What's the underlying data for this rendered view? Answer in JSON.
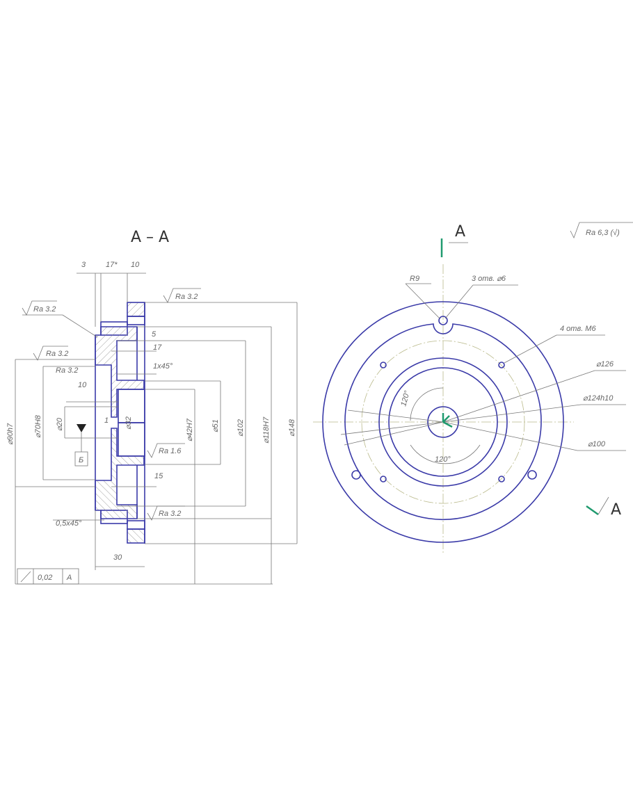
{
  "section_view": {
    "title": "A – A",
    "top_dims": [
      "3",
      "17*",
      "10"
    ],
    "roughness": [
      "Ra 3.2",
      "Ra 3.2",
      "Ra 3.2",
      "Ra 3.2",
      "Ra 1.6",
      "Ra 3.2"
    ],
    "diameters": [
      "⌀90h7",
      "⌀70H8",
      "⌀20",
      "⌀32",
      "⌀42H7",
      "⌀51",
      "⌀102",
      "⌀118H7",
      "⌀148"
    ],
    "small_dims": [
      "5",
      "17",
      "1x45°",
      "10",
      "1",
      "15",
      "0,5x45°",
      "30"
    ],
    "datum": "Б",
    "tolerance": {
      "value": "0,02",
      "datum": "A"
    }
  },
  "front_view": {
    "section_mark": "A",
    "section_mark_2": "A",
    "general_roughness": "Ra 6,3 (√)",
    "callouts": [
      "R9",
      "3 отв. ⌀6",
      "4 отв. M6",
      "⌀126",
      "⌀124h10",
      "⌀100"
    ],
    "angles": [
      "120°",
      "120°"
    ]
  },
  "colors": {
    "part": "#3a3aa8",
    "section_line": "#1f9a6e"
  }
}
